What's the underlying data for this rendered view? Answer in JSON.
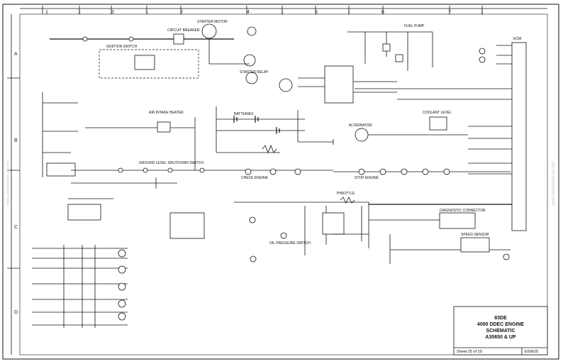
{
  "ruler": {
    "columns": [
      "1",
      "1",
      "2",
      "1",
      "2",
      "4",
      "1",
      "5",
      "1",
      "6",
      "7",
      "1"
    ],
    "rows": [
      "A",
      "B",
      "C",
      "D"
    ]
  },
  "title_block": {
    "line1": "83DE",
    "line2": "4000 DDEC ENGINE",
    "line3": "SCHEMATIC",
    "line4": "A30650 & UP",
    "sheet": "Sheet 25 of 29",
    "code": "E50625"
  },
  "labels": {
    "batteries": "BATTERIES",
    "starter": "STARTER MOTOR",
    "relay": "STARTER RELAY",
    "ecm": "ECM",
    "ignition": "IGNITION SWITCH",
    "ground_shutdown": "GROUND LEVEL SHUTDOWN SWITCH",
    "check_engine": "CHECK ENGINE",
    "stop_engine": "STOP ENGINE",
    "alternator": "ALTERNATOR",
    "circuit_breaker": "CIRCUIT BREAKER",
    "air_intake": "AIR INTAKE HEATER",
    "fuel_pump": "FUEL PUMP",
    "coolant": "COOLANT LEVEL",
    "throttle": "THROTTLE",
    "diagnostic": "DIAGNOSTIC CONNECTOR",
    "oil_pressure": "OIL PRESSURE SWITCH",
    "speed_sensor": "SPEED SENSOR"
  },
  "watermarks": [
    "www.ebookmanual.com",
    "www.ebookmanual.com"
  ]
}
